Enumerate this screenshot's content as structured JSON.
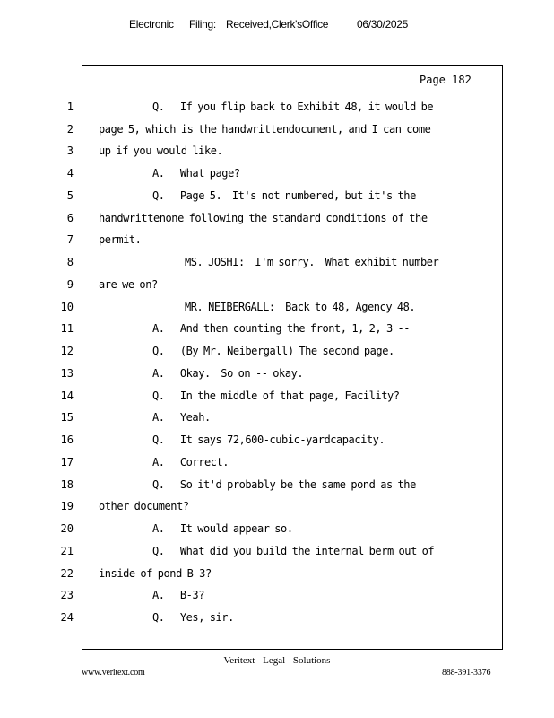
{
  "header": {
    "electronic": "Electronic",
    "filing": "Filing:",
    "received": "Received,Clerk'sOffice",
    "date": "06/30/2025"
  },
  "page_label": "Page 182",
  "lines": [
    {
      "num": "1",
      "text": "Q.   If you flip back to Exhibit 48, it would be"
    },
    {
      "num": "2",
      "text": "page 5, which is the handwrittendocument, and I can come"
    },
    {
      "num": "3",
      "text": "up if you would like."
    },
    {
      "num": "4",
      "text": "A.   What page?"
    },
    {
      "num": "5",
      "text": "Q.   Page 5.  It's not numbered, but it's the"
    },
    {
      "num": "6",
      "text": "handwrittenone following the standard conditions of the"
    },
    {
      "num": "7",
      "text": "permit."
    },
    {
      "num": "8",
      "text": "MS. JOSHI:  I'm sorry.  What exhibit number"
    },
    {
      "num": "9",
      "text": "are we on?"
    },
    {
      "num": "10",
      "text": "MR. NEIBERGALL:  Back to 48, Agency 48."
    },
    {
      "num": "11",
      "text": "A.   And then counting the front, 1, 2, 3 --"
    },
    {
      "num": "12",
      "text": "Q.   (By Mr. Neibergall) The second page."
    },
    {
      "num": "13",
      "text": "A.   Okay.  So on -- okay."
    },
    {
      "num": "14",
      "text": "Q.   In the middle of that page, Facility?"
    },
    {
      "num": "15",
      "text": "A.   Yeah."
    },
    {
      "num": "16",
      "text": "Q.   It says 72,600-cubic-yardcapacity."
    },
    {
      "num": "17",
      "text": "A.   Correct."
    },
    {
      "num": "18",
      "text": "Q.   So it'd probably be the same pond as the"
    },
    {
      "num": "19",
      "text": "other document?"
    },
    {
      "num": "20",
      "text": "A.   It would appear so."
    },
    {
      "num": "21",
      "text": "Q.   What did you build the internal berm out of"
    },
    {
      "num": "22",
      "text": "inside of pond B-3?"
    },
    {
      "num": "23",
      "text": "A.   B-3?"
    },
    {
      "num": "24",
      "text": "Q.   Yes, sir."
    }
  ],
  "footer": {
    "center": "Veritext Legal Solutions",
    "left": "www.veritext.com",
    "right": "888-391-3376"
  }
}
